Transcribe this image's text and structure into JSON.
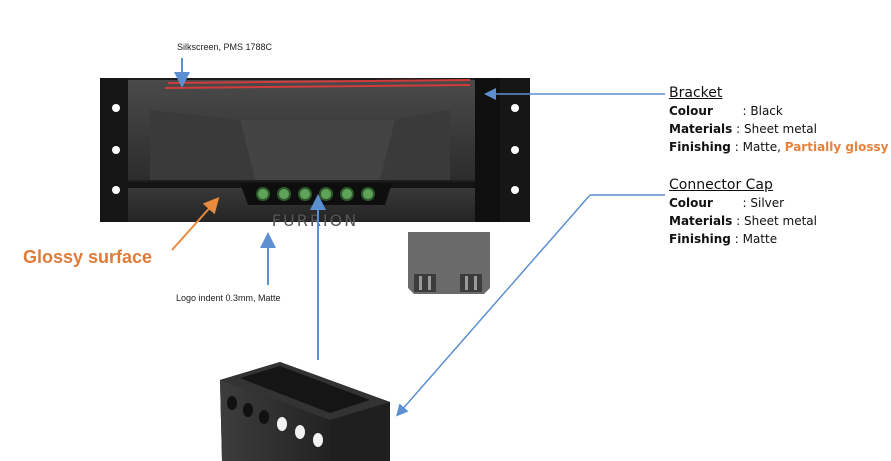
{
  "annotations": {
    "silkscreen": "Silkscreen, PMS 1788C",
    "glossy_surface": "Glossy surface",
    "logo_indent": "Logo indent 0.3mm, Matte"
  },
  "device": {
    "logo": "FURRION"
  },
  "bracket": {
    "title": "Bracket",
    "colour_label": "Colour",
    "colour_value": ": Black",
    "materials_label": "Materials",
    "materials_value": ": Sheet metal",
    "finishing_label": "Finishing",
    "finishing_value": ": Matte,",
    "finishing_highlight": "Partially glossy"
  },
  "connector_cap": {
    "title": "Connector Cap",
    "colour_label": "Colour",
    "colour_value": ": Silver",
    "materials_label": "Materials",
    "materials_value": ": Sheet metal",
    "finishing_label": "Finishing",
    "finishing_value": ": Matte"
  },
  "colors": {
    "arrow_blue": "#5b8fd0",
    "arrow_orange": "#e98a3c",
    "glossy_text": "#e07b39",
    "highlight_text": "#e8823a",
    "silkscreen_red": "#d23b3b",
    "led_green": "#5fa35a"
  }
}
